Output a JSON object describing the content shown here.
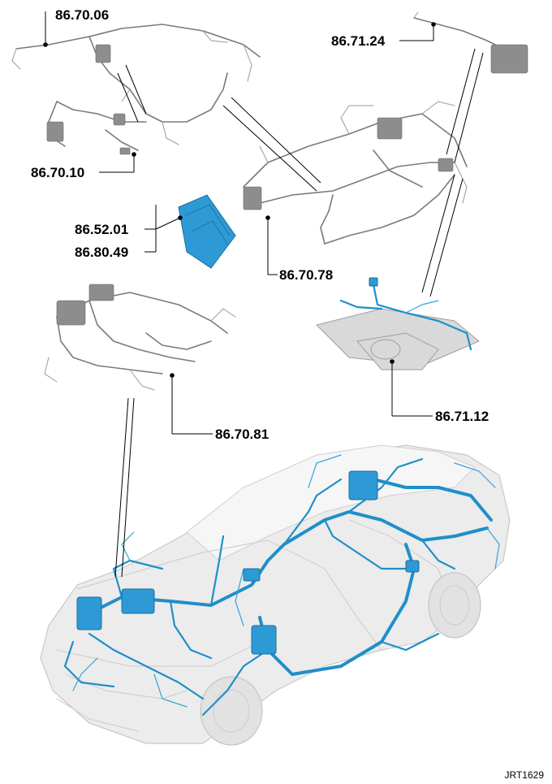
{
  "callouts": [
    {
      "id": "c1",
      "label": "86.70.06"
    },
    {
      "id": "c2",
      "label": "86.71.24"
    },
    {
      "id": "c3",
      "label": "86.70.10"
    },
    {
      "id": "c4",
      "label": "86.52.01"
    },
    {
      "id": "c5",
      "label": "86.80.49"
    },
    {
      "id": "c6",
      "label": "86.70.78"
    },
    {
      "id": "c7",
      "label": "86.71.12"
    },
    {
      "id": "c8",
      "label": "86.70.81"
    }
  ],
  "reference_code": "JRT1629",
  "colors": {
    "harness_highlight": "#1f8fc9",
    "harness_grey": "#7a7a7a",
    "car_body": "#ececec",
    "leader_line": "#000000"
  },
  "icons": [
    "car-outline-icon",
    "wiring-harness-icon",
    "control-module-icon",
    "rear-subframe-icon"
  ]
}
